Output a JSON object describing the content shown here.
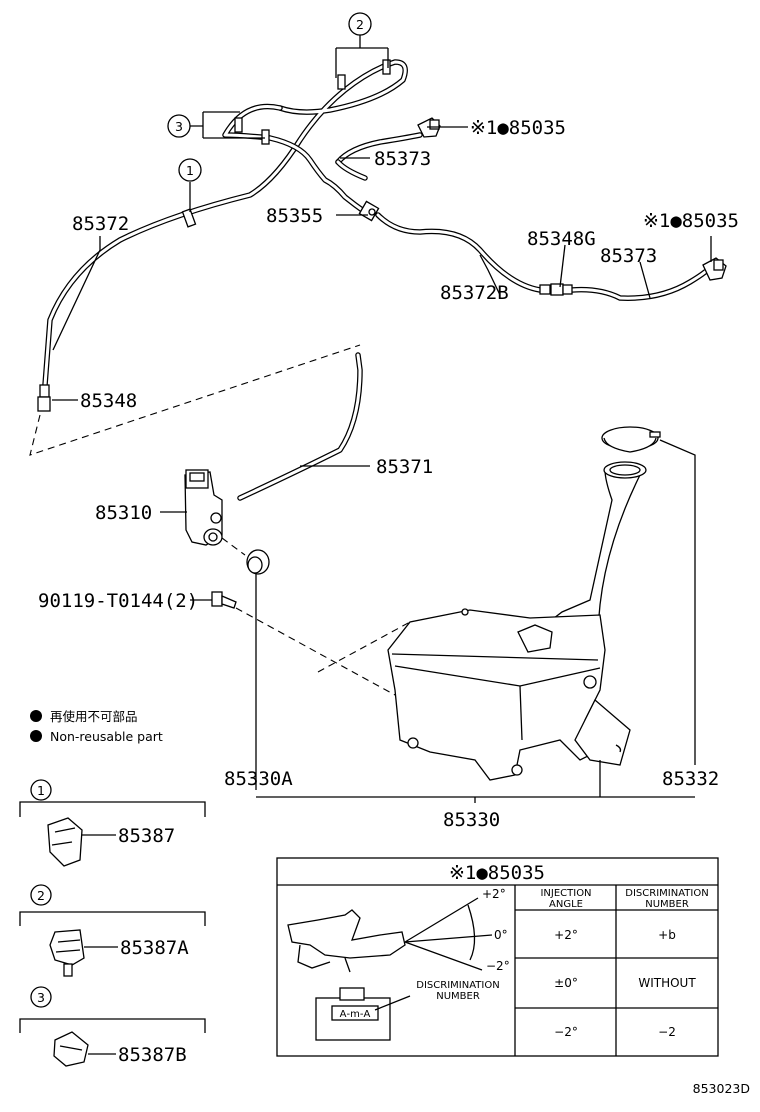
{
  "labels": {
    "p85035_top": "※1●85035",
    "p85373_top": "85373",
    "p85372": "85372",
    "p85355": "85355",
    "p85348G": "85348G",
    "p85035_right": "※1●85035",
    "p85373_right": "85373",
    "p85372B": "85372B",
    "p85348": "85348",
    "p85371": "85371",
    "p85310": "85310",
    "p90119": "90119-T0144(2)",
    "p85330A": "85330A",
    "p85332": "85332",
    "p85330": "85330"
  },
  "callouts": [
    "1",
    "2",
    "3"
  ],
  "legend": {
    "jp": "再使用不可部品",
    "en": "Non-reusable part"
  },
  "detail": [
    {
      "num": "1",
      "part": "85387"
    },
    {
      "num": "2",
      "part": "85387A"
    },
    {
      "num": "3",
      "part": "85387B"
    }
  ],
  "inset": {
    "title": "※1●85035",
    "angles": [
      "+2°",
      "0°",
      "−2°"
    ],
    "disc_label_1": "DISCRIMINATION",
    "disc_label_2": "NUMBER",
    "headers": [
      [
        "INJECTION",
        "ANGLE"
      ],
      [
        "DISCRIMINATION",
        "NUMBER"
      ]
    ],
    "rows": [
      [
        "+2°",
        "+b"
      ],
      [
        "±0°",
        "WITHOUT"
      ],
      [
        "−2°",
        "−2"
      ]
    ]
  },
  "code": "853023D"
}
